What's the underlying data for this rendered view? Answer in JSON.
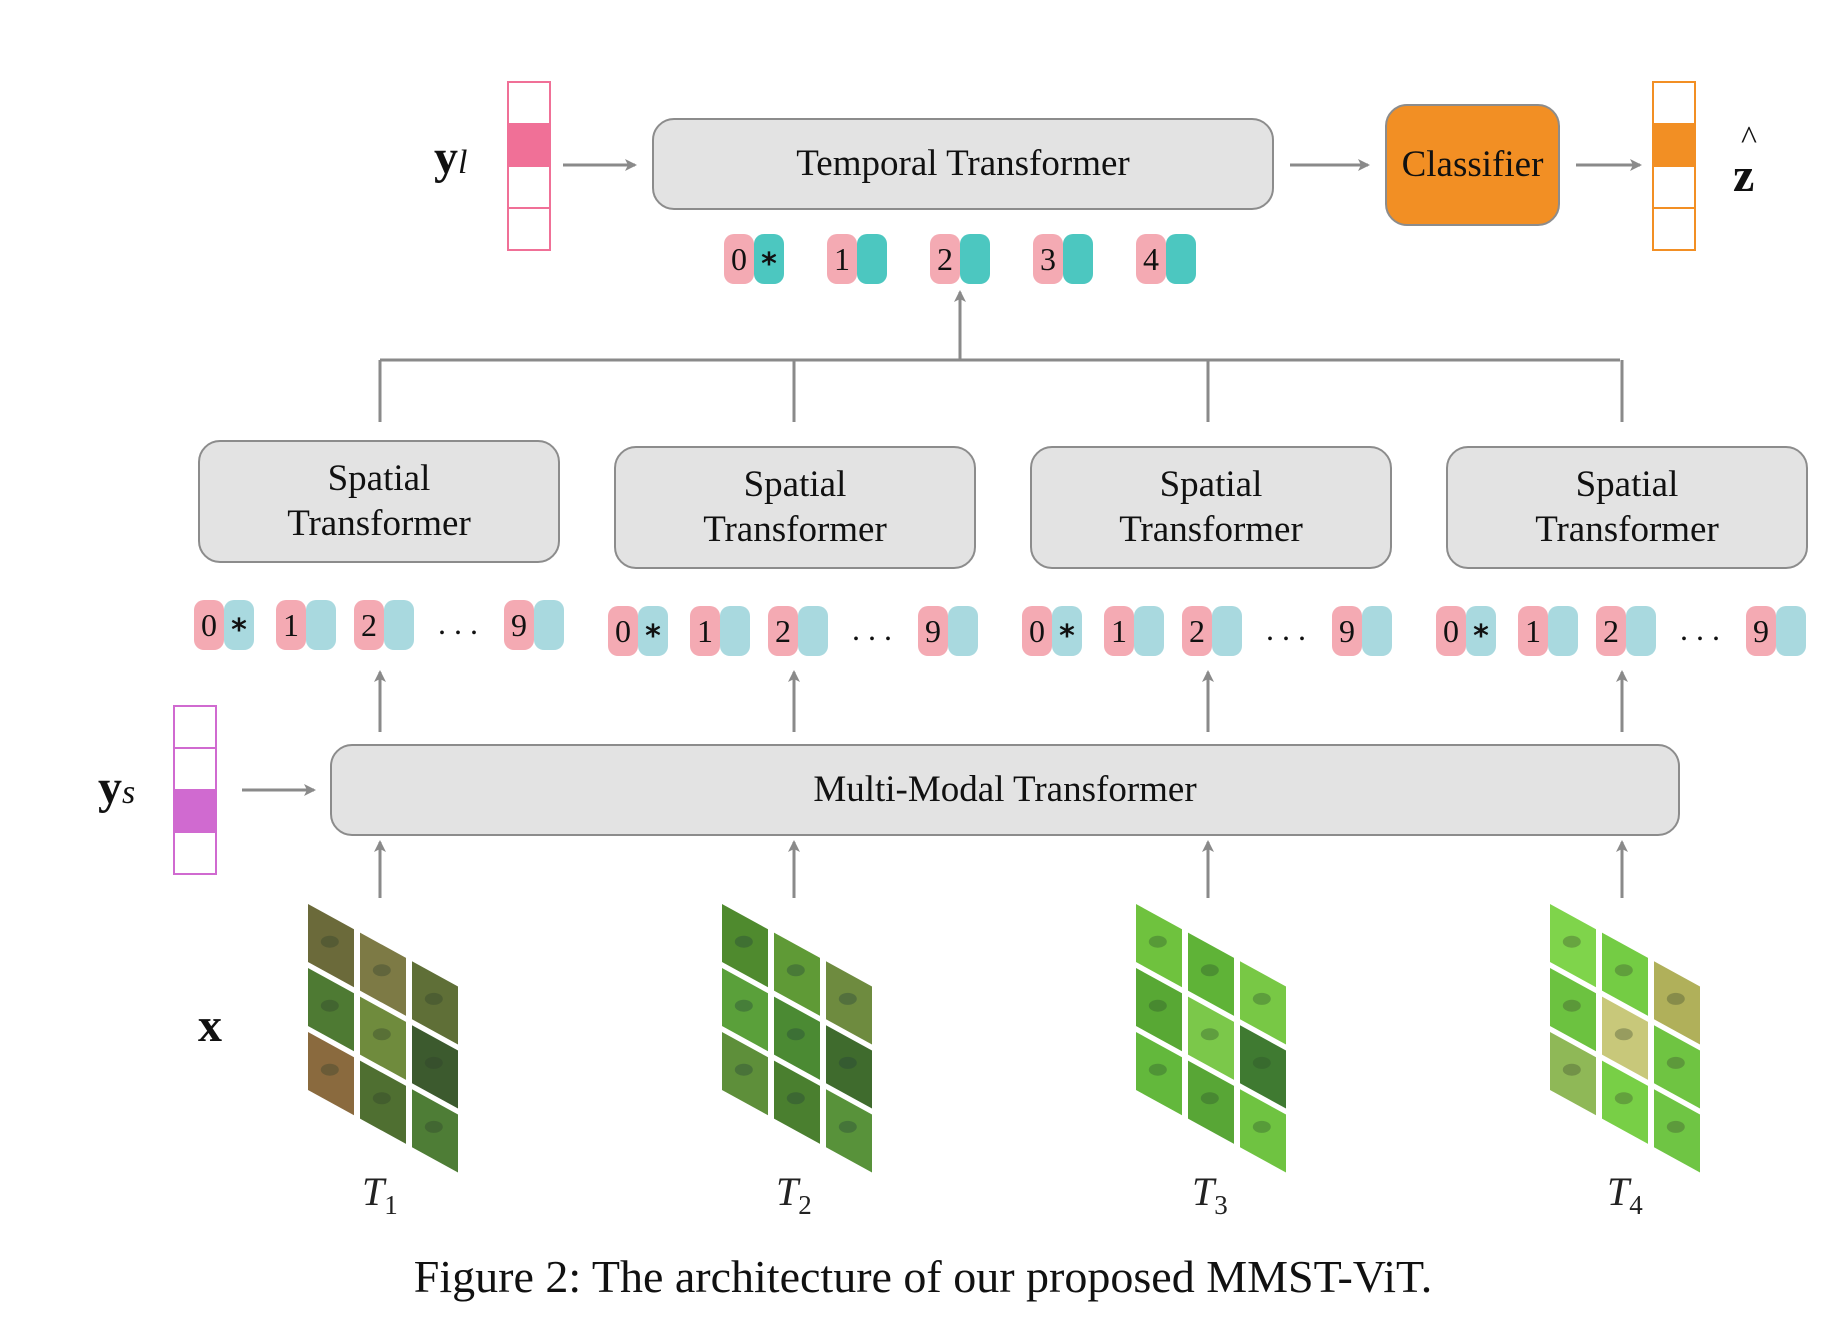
{
  "temporal_transformer": {
    "label": "Temporal Transformer"
  },
  "classifier": {
    "label": "Classifier"
  },
  "spatial_transformers": [
    {
      "line1": "Spatial",
      "line2": "Transformer"
    },
    {
      "line1": "Spatial",
      "line2": "Transformer"
    },
    {
      "line1": "Spatial",
      "line2": "Transformer"
    },
    {
      "line1": "Spatial",
      "line2": "Transformer"
    }
  ],
  "multimodal_transformer": {
    "label": "Multi-Modal Transformer"
  },
  "temporal_tokens": [
    "0",
    "1",
    "2",
    "3",
    "4"
  ],
  "cls_marker": "*",
  "spatial_tokens": {
    "first": [
      "0",
      "1",
      "2"
    ],
    "ellipsis": ". . .",
    "last": "9"
  },
  "inputs": {
    "y_l": {
      "main": "y",
      "sub": "l"
    },
    "y_s": {
      "main": "y",
      "sub": "s"
    },
    "x": "x",
    "z_hat": {
      "main": "z",
      "hat": "^"
    }
  },
  "time_labels": [
    {
      "main": "T",
      "sub": "1"
    },
    {
      "main": "T",
      "sub": "2"
    },
    {
      "main": "T",
      "sub": "3"
    },
    {
      "main": "T",
      "sub": "4"
    }
  ],
  "caption": "Figure 2: The architecture of our proposed MMST-ViT.",
  "colors": {
    "box_fill": "#e3e3e3",
    "box_stroke": "#8c8c8c",
    "classifier": "#f28f24",
    "token_pink": "#f4aab3",
    "token_teal_dark": "#4cc7c0",
    "token_teal_light": "#a9d9df",
    "yl_fill": "#f07097",
    "ys_fill": "#d06ad0",
    "z_fill": "#f28f24",
    "arrow": "#8a8a8a"
  }
}
